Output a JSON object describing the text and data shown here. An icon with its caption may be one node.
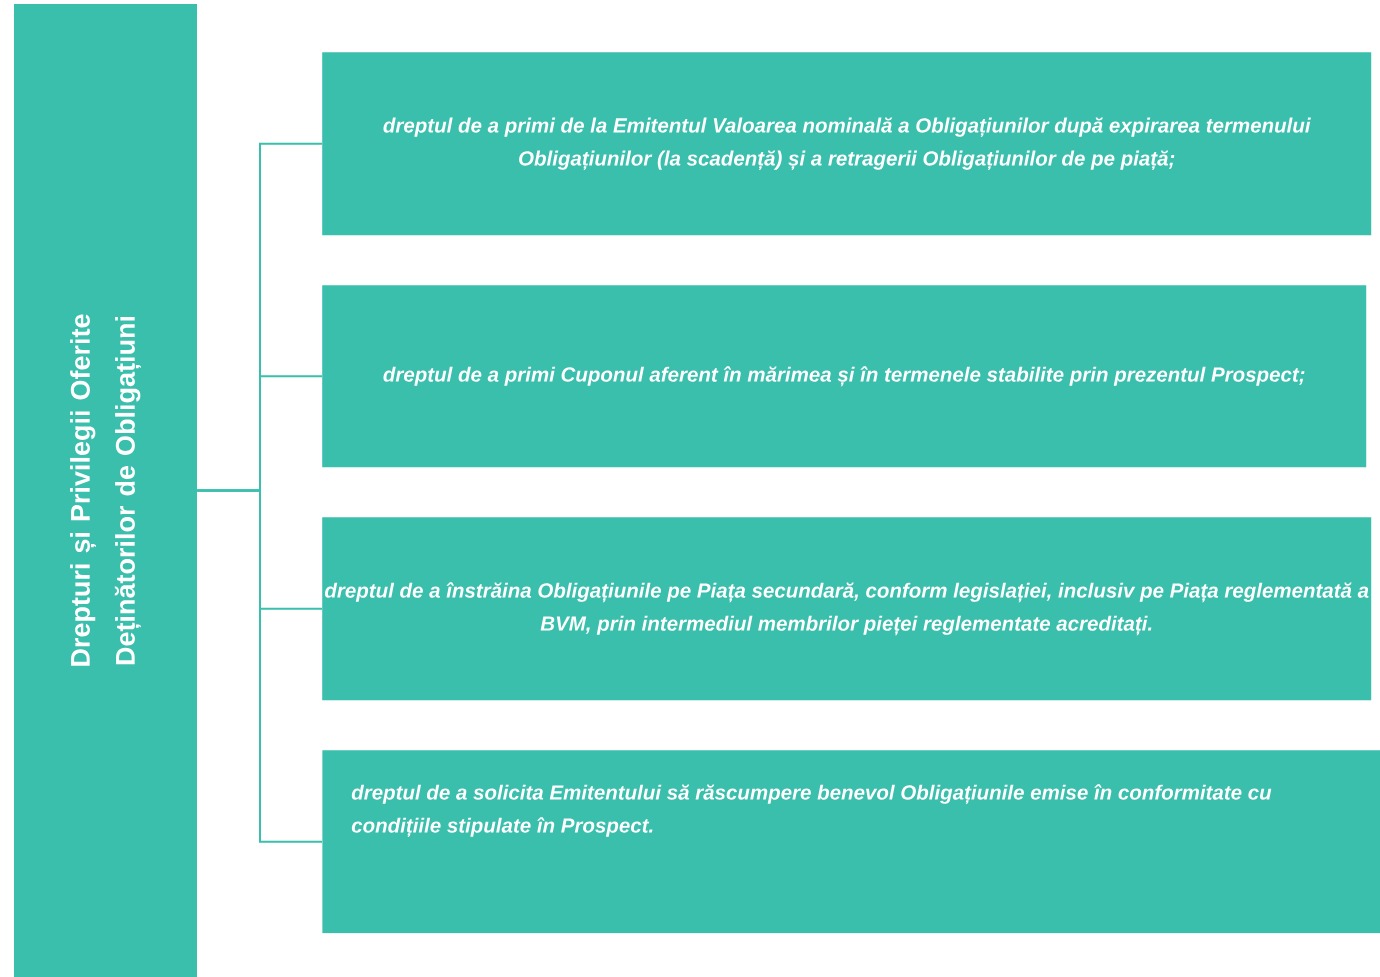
{
  "diagram": {
    "nodes": [
      {
        "text": [
          "Drepturi și Privilegii Oferite Deținătorilor de Obligațiuni"
        ]
      },
      {
        "text": [
          "dreptul de a primi de la Emitentul Valoarea nominală a Obligațiunilor după expirarea termenului Obligațiunilor (la scadență) și a retragerii Obligațiunilor de pe piață;"
        ]
      },
      {
        "text": [
          "dreptul de a primi Cuponul aferent în mărimea și în termenele stabilite prin prezentul Prospect;"
        ]
      },
      {
        "text": [
          "dreptul de a înstrăina Obligațiunile pe Piața secundară, conform legislației, inclusiv pe Piața reglementată a BVM, prin intermediul membrilor pieței reglementate acreditați."
        ]
      },
      {
        "text": [
          "dreptul de a solicita Emitentului să răscumpere benevol Obligațiunile emise în conformitate cu condițiile stipulate în Prospect."
        ]
      }
    ],
    "edges": [
      {
        "from": 0,
        "to": 1,
        "arrow": "none"
      },
      {
        "from": 0,
        "to": 2,
        "arrow": "none"
      },
      {
        "from": 0,
        "to": 3,
        "arrow": "none"
      },
      {
        "from": 0,
        "to": 4,
        "arrow": "none"
      }
    ]
  }
}
